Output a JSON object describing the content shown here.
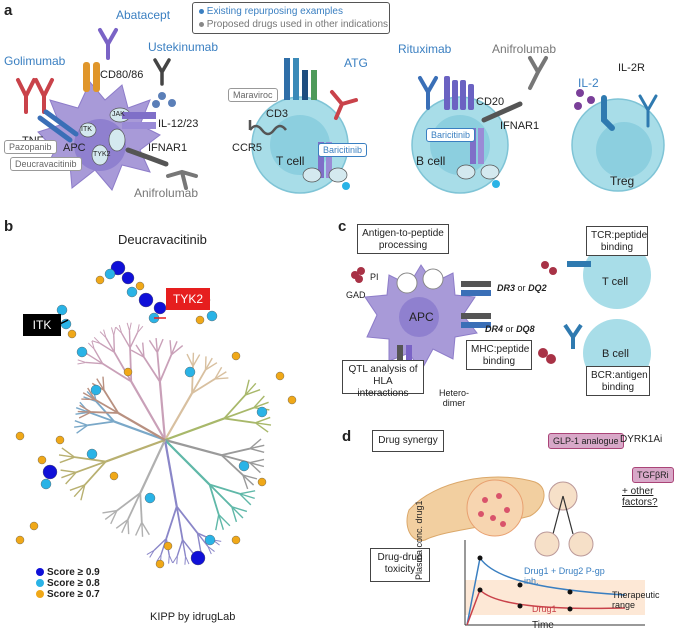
{
  "panels": {
    "a": "a",
    "b": "b",
    "c": "c",
    "d": "d"
  },
  "legend_a": {
    "existing": "Existing repurposing examples",
    "proposed": "Proposed drugs used in other indications",
    "colors": {
      "existing": "#3a7fc1",
      "proposed": "#888888"
    }
  },
  "panel_a": {
    "golimumab": "Golimumab",
    "abatacept": "Abatacept",
    "ustekinumab": "Ustekinumab",
    "cd80": "CD80/86",
    "il12": "IL-12/23",
    "tnf": "TNF",
    "apc": "APC",
    "ifnar_left": "IFNAR1",
    "pazopanib": "Pazopanib",
    "deucrav": "Deucravacitinib",
    "anifrolumab_left": "Anifrolumab",
    "jak": "JAK",
    "tyk2": "TYK2",
    "itk": "ITK",
    "maraviroc": "Maraviroc",
    "ccr5": "CCR5",
    "cd3": "CD3",
    "atg": "ATG",
    "tcell": "T cell",
    "baricitinib": "Baricitinib",
    "rituximab": "Rituximab",
    "anifrolumab_right": "Anifrolumab",
    "cd20": "CD20",
    "ifnar_right": "IFNAR1",
    "bcell": "B cell",
    "il2r": "IL-2R",
    "il2": "IL-2",
    "treg": "Treg"
  },
  "panel_b": {
    "title": "Deucravacitinib",
    "tyk2": "TYK2",
    "itk": "ITK",
    "legend": [
      {
        "label": "Score ≥ 0.9",
        "color": "#1010d8"
      },
      {
        "label": "Score ≥ 0.8",
        "color": "#2ab3e6"
      },
      {
        "label": "Score ≥ 0.7",
        "color": "#f0a818"
      }
    ],
    "credit": "KIPP by idrugLab"
  },
  "panel_c": {
    "antigen_box": "Antigen-to-peptide processing",
    "pi": "PI",
    "gad": "GAD",
    "apc": "APC",
    "dr3": "DR3",
    "or1": "or",
    "dq2": "DQ2",
    "dr4": "DR4",
    "or2": "or",
    "dq8": "DQ8",
    "qtl_box": "QTL analysis of HLA interactions",
    "mhc_box": "MHC:peptide binding",
    "heterodimer": "Hetero-dimer",
    "tcr_box": "TCR:peptide binding",
    "tcell": "T cell",
    "bcell": "B cell",
    "bcr_box": "BCR:antigen binding"
  },
  "panel_d": {
    "synergy_box": "Drug synergy",
    "glp1": "GLP-1 analogue",
    "dyrk": "DYRK1Ai",
    "tgfb": "TGFβRi",
    "other": "+ other factors?",
    "toxicity_box": "Drug-drug toxicity",
    "ylabel": "Plasma conc. drug1",
    "xlabel": "Time",
    "drug_combo": "Drug1 + Drug2 P-gp inh.",
    "drug1": "Drug1",
    "therapeutic": "Therapeutic range"
  }
}
